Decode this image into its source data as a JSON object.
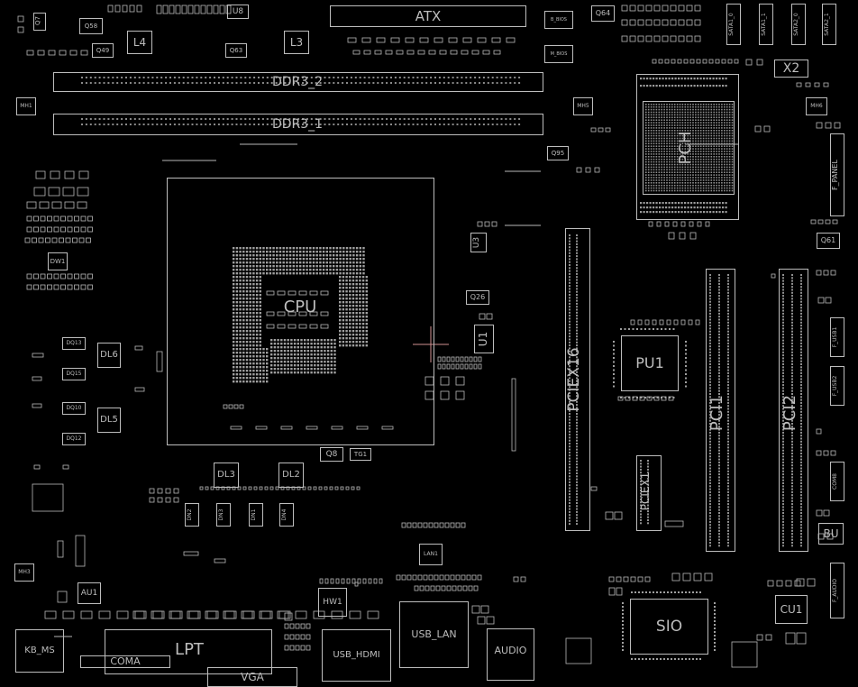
{
  "colors": {
    "background": "#000000",
    "outline": "#bdbdbd"
  },
  "labels": {
    "atx": "ATX",
    "ddr2": "DDR3_2",
    "ddr1": "DDR3_1",
    "cpu": "CPU",
    "pch": "PCH",
    "pciex16": "PCIEX16",
    "pci1": "PCI1",
    "pci2": "PCI2",
    "pciex1": "PCIEX1",
    "pu1": "PU1",
    "sio": "SIO",
    "lpt": "LPT",
    "coma": "COMA",
    "vga": "VGA",
    "kb_ms": "KB_MS",
    "usb_hdmi": "USB_HDMI",
    "usb_lan": "USB_LAN",
    "audio": "AUDIO",
    "x2": "X2",
    "f_panel": "F_PANEL",
    "cu1": "CU1",
    "bu": "BU",
    "dl2": "DL2",
    "dl3": "DL3",
    "dl5": "DL5",
    "dl6": "DL6",
    "u1": "U1",
    "u3": "U3",
    "u8": "U8",
    "l3": "L3",
    "l4": "L4",
    "au1": "AU1",
    "hw1": "HW1",
    "lan1": "LAN1",
    "q8": "Q8",
    "q26": "Q26",
    "q64": "Q64",
    "q61": "Q61",
    "q58": "Q58",
    "q49": "Q49",
    "q63": "Q63",
    "q95": "Q95",
    "q7": "Q7",
    "tg1": "TG1",
    "dw1": "DW1",
    "mh1": "MH1",
    "mh3": "MH3",
    "mh5": "MH5",
    "mh6": "MH6",
    "b_bios": "B_BIOS",
    "m_bios": "M_BIOS",
    "sata1": "SATA1_0",
    "sata2": "SATA1_1",
    "sata3": "SATA2_0",
    "sata4": "SATA2_1",
    "dq13": "DQ13",
    "dq15": "DQ15",
    "dq10": "DQ10",
    "dq12": "DQ12",
    "dn2": "DN2",
    "dn3": "DN3",
    "dn1": "DN1",
    "dn4": "DN4",
    "f_usb1": "F_USB1",
    "f_usb2": "F_USB2",
    "cci": "COM8",
    "f_audio": "F_AUDIO"
  }
}
